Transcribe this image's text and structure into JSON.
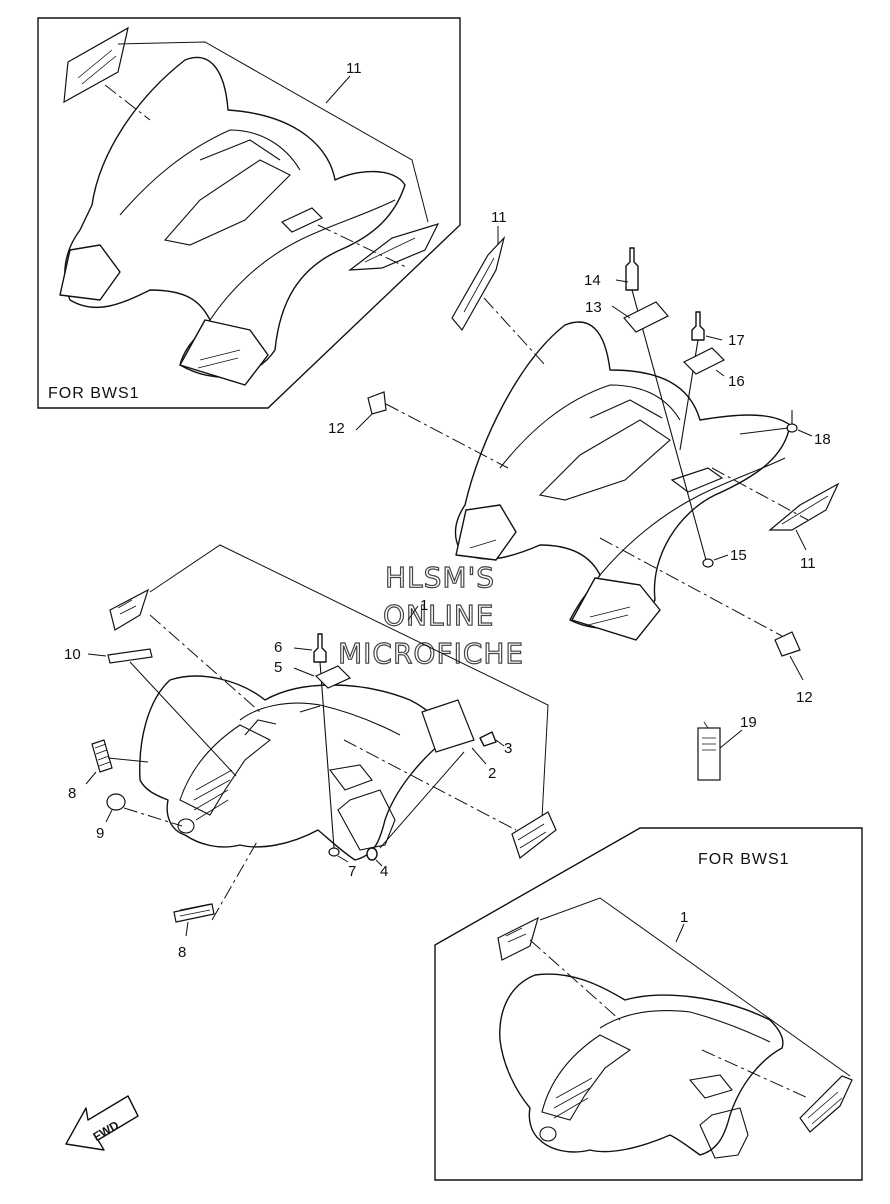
{
  "watermark": {
    "line1": "HLSM'S",
    "line2": "ONLINE",
    "line3": "MICROFICHE"
  },
  "insets": {
    "top_left_label": "FOR  BWS1",
    "bottom_right_label": "FOR  BWS1"
  },
  "fwd_arrow_label": "FWD",
  "callouts": {
    "c1_front_fender": "1",
    "c1_inset": "1",
    "c2": "2",
    "c3": "3",
    "c4": "4",
    "c5": "5",
    "c6": "6",
    "c7": "7",
    "c8_upper": "8",
    "c8_lower": "8",
    "c9": "9",
    "c10": "10",
    "c11_inset": "11",
    "c11_upper": "11",
    "c11_right": "11",
    "c12_left": "12",
    "c12_right": "12",
    "c13": "13",
    "c14": "14",
    "c15": "15",
    "c16": "16",
    "c17": "17",
    "c18": "18",
    "c19": "19"
  }
}
